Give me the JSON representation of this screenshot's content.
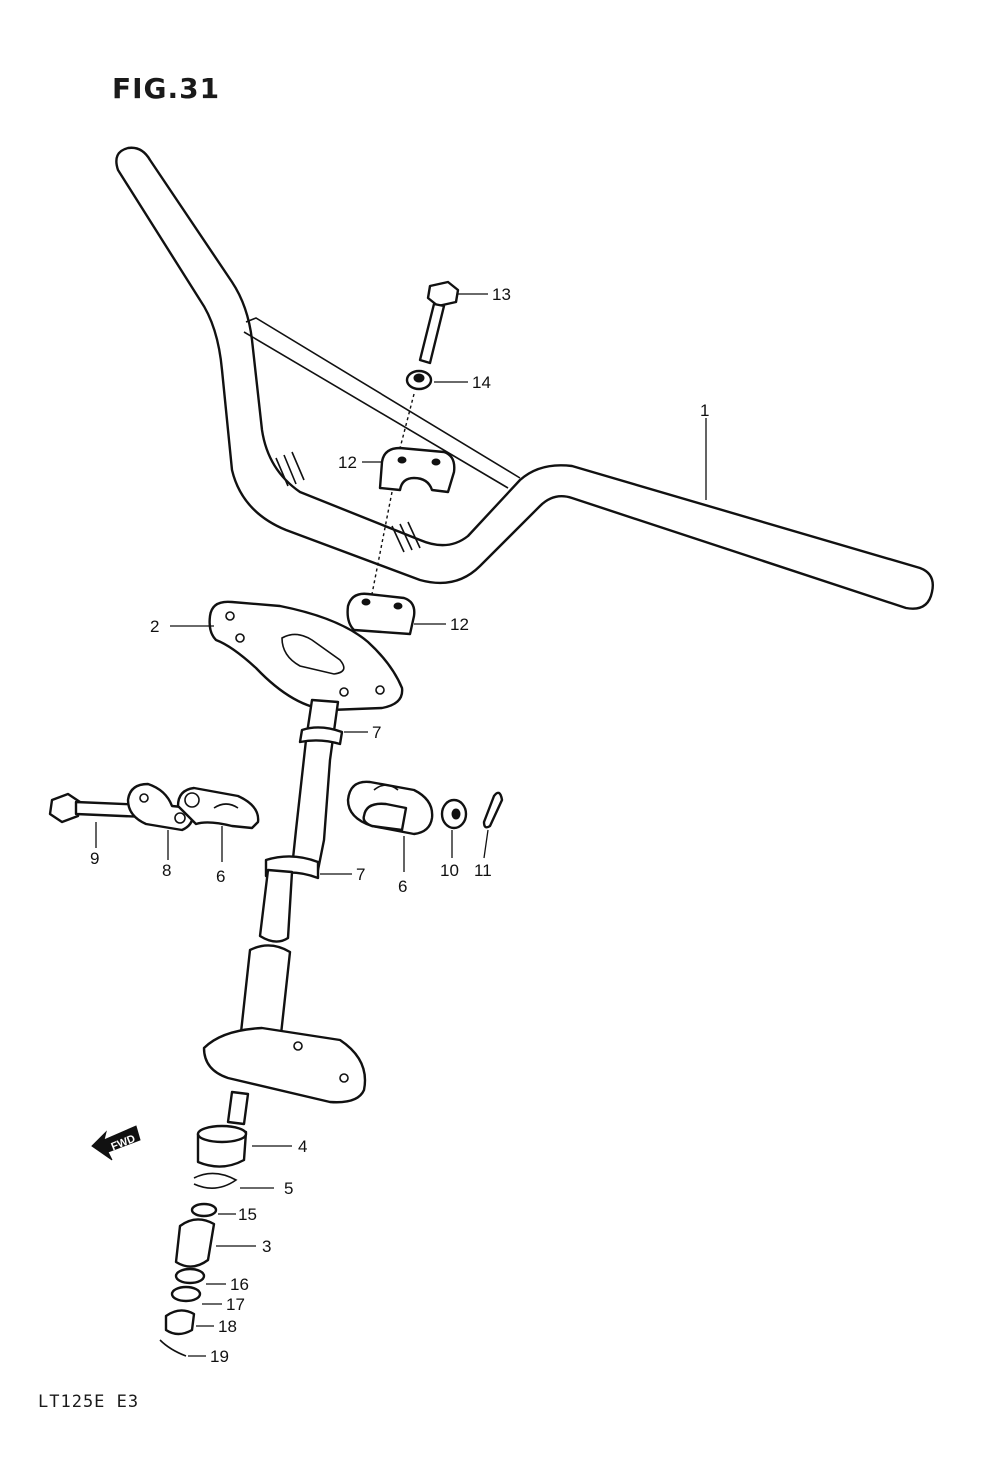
{
  "figure": {
    "title": "FIG.31",
    "model_code": "LT125E E3"
  },
  "callouts": {
    "c1": "1",
    "c2": "2",
    "c3": "3",
    "c4": "4",
    "c5": "5",
    "c6a": "6",
    "c6b": "6",
    "c7a": "7",
    "c7b": "7",
    "c8": "8",
    "c9": "9",
    "c10": "10",
    "c11": "11",
    "c12a": "12",
    "c12b": "12",
    "c13": "13",
    "c14": "14",
    "c15": "15",
    "c16": "16",
    "c17": "17",
    "c18": "18",
    "c19": "19"
  },
  "direction_marker": {
    "label": "FWD",
    "icon": "forward-arrow-icon"
  }
}
